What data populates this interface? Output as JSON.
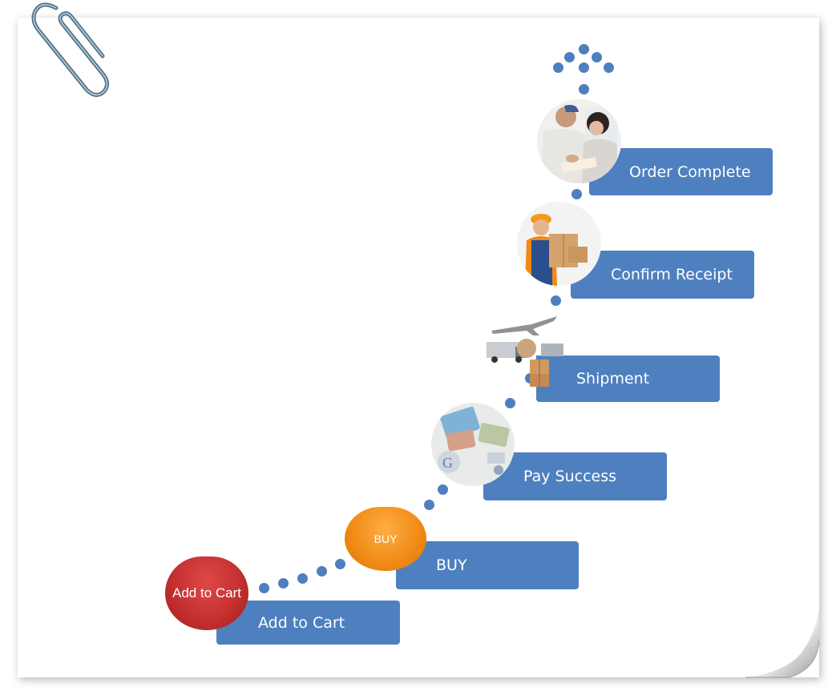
{
  "steps": {
    "add_to_cart": {
      "box_label": "Add to Cart",
      "badge_label": "Add to Cart"
    },
    "buy": {
      "box_label": "BUY",
      "badge_label": "BUY"
    },
    "pay_success": {
      "box_label": "Pay Success"
    },
    "shipment": {
      "box_label": "Shipment"
    },
    "confirm_receipt": {
      "box_label": "Confirm Receipt"
    },
    "order_complete": {
      "box_label": "Order Complete"
    }
  },
  "colors": {
    "box": "#4e80bf",
    "dot": "#4e80bf",
    "cart_badge": "#c53030",
    "buy_badge": "#f08a14"
  },
  "icons": [
    "paperclip-icon",
    "page-curl"
  ]
}
